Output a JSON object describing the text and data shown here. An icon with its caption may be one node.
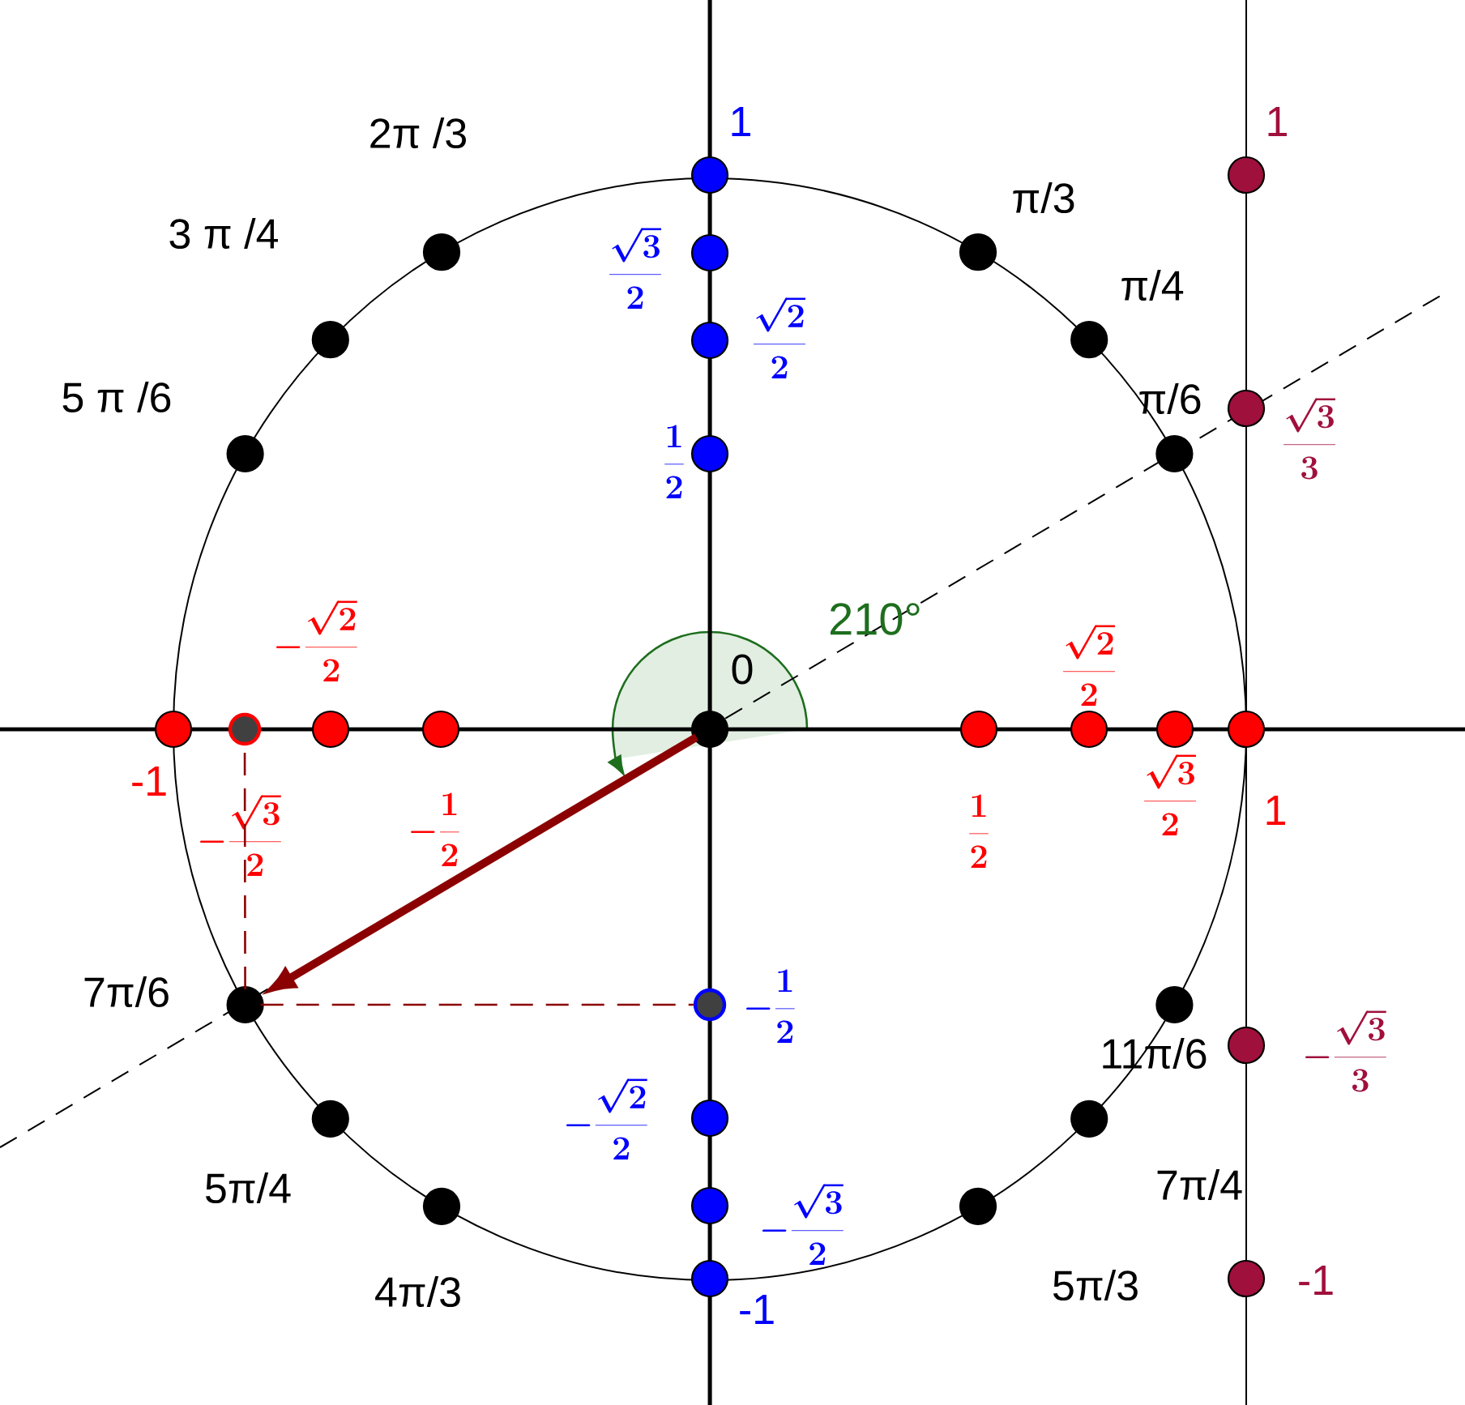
{
  "diagram": {
    "nodes": [
      {
        "text": [],
        "shape": "circle",
        "beside": [
          "0"
        ]
      },
      {
        "text": [],
        "shape": "circle",
        "beside": [
          "π/6"
        ]
      },
      {
        "text": [],
        "shape": "circle",
        "beside": [
          "π/4"
        ]
      },
      {
        "text": [],
        "shape": "circle",
        "beside": [
          "π/3"
        ]
      },
      {
        "text": [],
        "shape": "circle",
        "beside": [
          "2π /3"
        ]
      },
      {
        "text": [],
        "shape": "circle",
        "beside": [
          "3 π /4"
        ]
      },
      {
        "text": [],
        "shape": "circle",
        "beside": [
          "5 π /6"
        ]
      },
      {
        "text": [],
        "shape": "circle",
        "beside": [
          "7π/6"
        ]
      },
      {
        "text": [],
        "shape": "circle",
        "beside": [
          "5π/4"
        ]
      },
      {
        "text": [],
        "shape": "circle",
        "beside": [
          "4π/3"
        ]
      },
      {
        "text": [],
        "shape": "circle",
        "beside": [
          "5π/3"
        ]
      },
      {
        "text": [],
        "shape": "circle",
        "beside": [
          "7π/4"
        ]
      },
      {
        "text": [],
        "shape": "circle",
        "beside": [
          "11π/6"
        ]
      },
      {
        "text": [],
        "shape": "circle",
        "beside": [
          "-1"
        ]
      },
      {
        "text": [],
        "shape": "circle",
        "beside": [
          "-\\frac{\\sqrt{3}}{2}"
        ]
      },
      {
        "text": [],
        "shape": "circle",
        "beside": [
          "-\\frac{\\sqrt{2}}{2}"
        ]
      },
      {
        "text": [],
        "shape": "circle",
        "beside": [
          "-\\frac{1}{2}"
        ]
      },
      {
        "text": [],
        "shape": "circle",
        "beside": [
          "\\frac{1}{2}"
        ]
      },
      {
        "text": [],
        "shape": "circle",
        "beside": [
          "\\frac{\\sqrt{2}}{2}"
        ]
      },
      {
        "text": [],
        "shape": "circle",
        "beside": [
          "\\frac{\\sqrt{3}}{2}"
        ]
      },
      {
        "text": [],
        "shape": "circle",
        "beside": [
          "1"
        ]
      },
      {
        "text": [],
        "shape": "circle",
        "beside": [
          "1"
        ]
      },
      {
        "text": [],
        "shape": "circle",
        "beside": [
          "\\frac{\\sqrt{3}}{2}"
        ]
      },
      {
        "text": [],
        "shape": "circle",
        "beside": [
          "\\frac{\\sqrt{2}}{2}"
        ]
      },
      {
        "text": [],
        "shape": "circle",
        "beside": [
          "\\frac{1}{2}"
        ]
      },
      {
        "text": [],
        "shape": "circle",
        "beside": [
          "-\\frac{1}{2}"
        ]
      },
      {
        "text": [],
        "shape": "circle",
        "beside": [
          "-\\frac{\\sqrt{2}}{2}"
        ]
      },
      {
        "text": [],
        "shape": "circle",
        "beside": [
          "-\\frac{\\sqrt{3}}{2}"
        ]
      },
      {
        "text": [],
        "shape": "circle",
        "beside": [
          "-1"
        ]
      },
      {
        "text": [],
        "shape": "circle",
        "beside": [
          "1"
        ]
      },
      {
        "text": [],
        "shape": "circle",
        "beside": [
          "\\frac{\\sqrt{3}}{3}"
        ]
      },
      {
        "text": [],
        "shape": "circle",
        "beside": [
          "-\\frac{\\sqrt{3}}{3}"
        ]
      },
      {
        "text": [],
        "shape": "circle",
        "beside": [
          "-1"
        ]
      }
    ],
    "edges": [
      {
        "from": 0,
        "to": 7,
        "arrow": "to",
        "style": "thick",
        "color": "#8b0000"
      },
      {
        "from": 7,
        "to": 14,
        "arrow": "none",
        "style": "dashed",
        "color": "#8b0000"
      },
      {
        "from": 7,
        "to": 25,
        "arrow": "none",
        "style": "dashed",
        "color": "#8b0000"
      }
    ],
    "labels": [
      "210°"
    ]
  }
}
